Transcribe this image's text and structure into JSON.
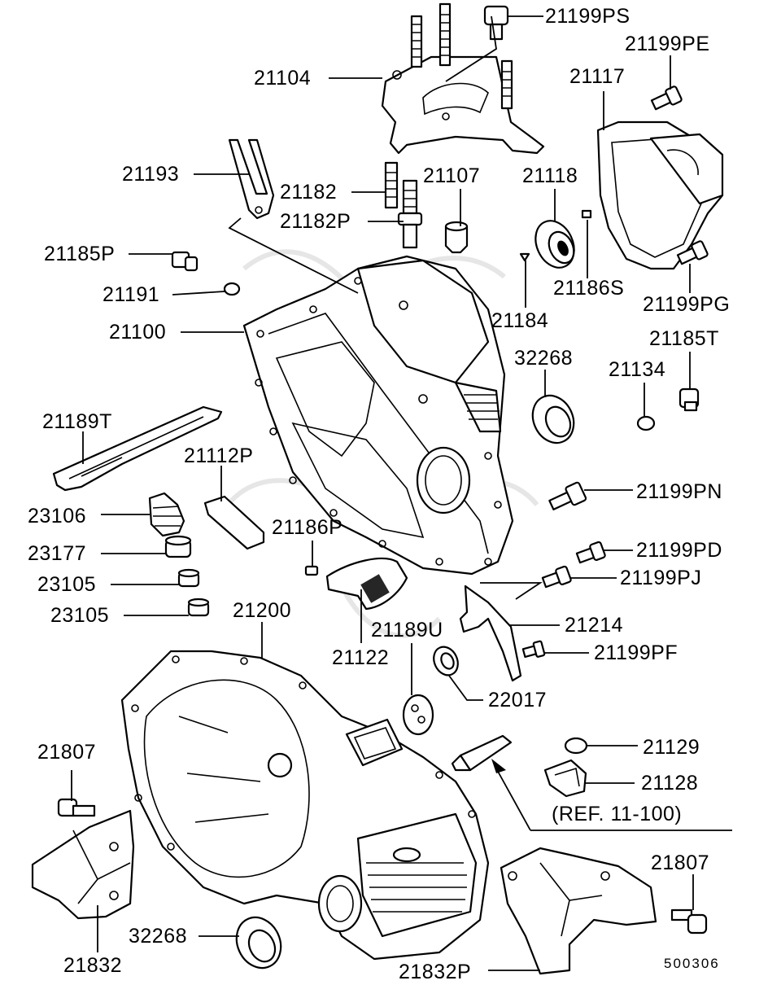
{
  "diagram_id": "500306",
  "reference_note": "(REF. 11-100)",
  "labels": {
    "p21199PS": "21199PS",
    "p21199PE": "21199PE",
    "p21104": "21104",
    "p21117": "21117",
    "p21193": "21193",
    "p21182": "21182",
    "p21107": "21107",
    "p21118": "21118",
    "p21182P": "21182P",
    "p21185P": "21185P",
    "p21186S": "21186S",
    "p21191": "21191",
    "p21184": "21184",
    "p21199PG": "21199PG",
    "p21100": "21100",
    "p21185T": "21185T",
    "p32268a": "32268",
    "p21134": "21134",
    "p21189T": "21189T",
    "p21112P": "21112P",
    "p21199PN": "21199PN",
    "p23106": "23106",
    "p21186P": "21186P",
    "p23177": "23177",
    "p21199PD": "21199PD",
    "p23105a": "23105",
    "p21199PJ": "21199PJ",
    "p23105b": "23105",
    "p21200": "21200",
    "p21214": "21214",
    "p21189U": "21189U",
    "p21122": "21122",
    "p21199PF": "21199PF",
    "p22017": "22017",
    "p21807a": "21807",
    "p21129": "21129",
    "p21128": "21128",
    "p21807b": "21807",
    "p32268b": "32268",
    "p21832": "21832",
    "p21832P": "21832P"
  }
}
